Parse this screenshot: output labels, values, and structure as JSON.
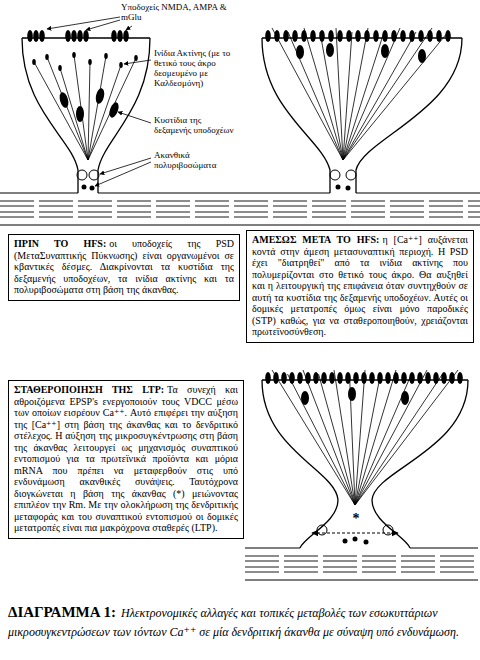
{
  "diagram": {
    "title": "ΔΙΑΓΡΑΜΜΑ 1:",
    "caption": "Ηλεκτρονομικές αλλαγές και τοπικές μεταβολές των εσωκυττάριων μικροσυγκεντρώσεων των ιόντων Ca⁺⁺ σε μία δενδριτική άκανθα με σύναψη υπό ενδυνάμωση.",
    "nodes": [
      {
        "text": [
          "ΠΡΙΝ ΤΟ HFS:",
          "οι υποδοχείς της PSD (ΜεταΣυναπτικής Πύκνωσης) είναι οργανωμένοι σε κβαντικές δέσμες. Διακρίνονται τα κυστίδια της δεξαμενής υποδοχέων, τα ινίδια ακτίνης και τα πολυριβοσώματα στη βάση της άκανθας."
        ]
      },
      {
        "text": [
          "ΑΜΕΣΩΣ ΜΕΤΑ ΤΟ HFS:",
          "η [Ca⁺⁺] αυξάνεται κοντά στην άμεση μετασυναπτική περιοχή. Η PSD έχει \"διατρηθεί\" από τα ινίδια ακτίνης που πολυμερίζονται στο θετικό τους άκρο. Θα αυξηθεί και η λειτουργική της επιφάνεια όταν συντηχθούν σε αυτή τα κυστίδια της δεξαμενής υποδοχέων. Αυτές οι δομικές μετατροπές όμως είναι μόνο παροδικές (STP) καθώς, για να σταθεροποιηθούν, χρειάζονται πρωτεϊνοσύνθεση."
        ]
      },
      {
        "text": [
          "ΣΤΑΘΕΡΟΠΟΙΗΣΗ ΤΗΣ LTP:",
          "Τα συνεχή και αθροιζόμενα EPSP's ενεργοποιούν τους VDCC μέσω των οποίων εισρέουν Ca⁺⁺. Αυτό επιφέρει την αύξηση της [Ca⁺⁺] στη βάση της άκανθας και το δενδριτικό στέλεχος. Η αύξηση της μικροσυγκέντρωσης στη βάση της άκανθας λειτουργεί ως μηχανισμός συναπτικού εντοπισμού για τα πρωτεϊνικά προϊόντα και μόρια mRNA που πρέπει να μεταφερθούν στις υπό ενδυνάμωση ακανθικές συνάψεις. Ταυτόχρονα διογκώνεται η βάση της άκανθας (*) μειώνοντας επιπλέον την Rm. Με την ολοκλήρωση της δενδριτικής μεταφοράς και του συναπτικού εντοπισμού οι δομικές μετατροπές είναι πια μακρόχρονα σταθερές (LTP)."
        ]
      }
    ],
    "labels": [
      "Υποδοχείς NMDA, AMPA & mGlu",
      "Ινίδια Ακτίνης (με το θετικό τους άκρο δεσμευμένο με Καλδεσμόνη)",
      "Κυστίδια της δεξαμενής υποδοχέων",
      "Ακανθικά πολυριβοσώματα",
      "*"
    ]
  }
}
